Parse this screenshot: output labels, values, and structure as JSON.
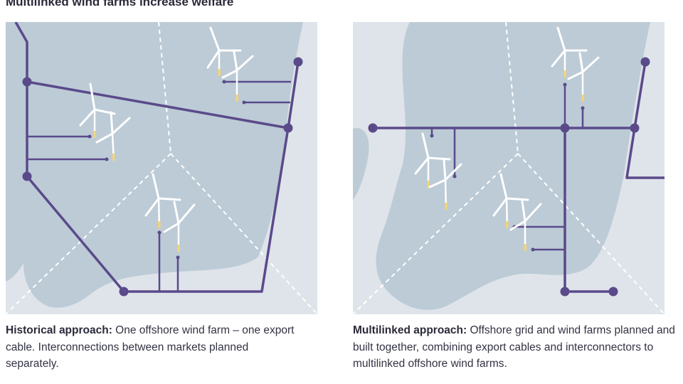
{
  "title": "Multilinked wind farms increase welfare",
  "colors": {
    "sea": "#dee4ea",
    "zone": "#bccbd6",
    "cable": "#5a4a8a",
    "blade": "#ffffff",
    "tower_base": "#f3d37a",
    "boundary": "#ffffff"
  },
  "panels": [
    {
      "caption_bold": "Historical approach:",
      "caption_text": " One offshore wind farm – one export cable. Interconnections between markets planned separately."
    },
    {
      "caption_bold": "Multilinked approach:",
      "caption_text": " Offshore grid and wind farms planned and built together, combining export cables and interconnectors to multilinked offshore wind farms."
    }
  ],
  "icons": [
    "wind-turbine-icon",
    "cable-node-icon"
  ]
}
